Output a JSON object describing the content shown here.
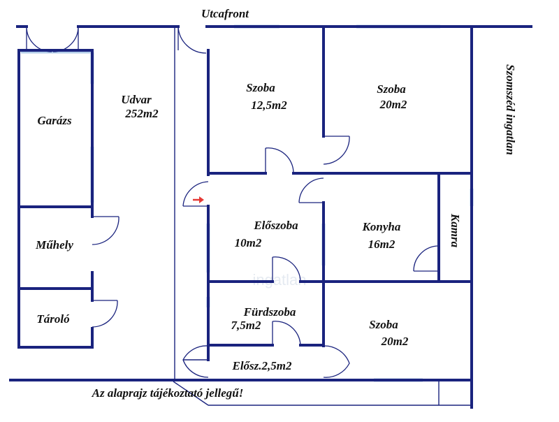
{
  "plan": {
    "street_label": "Utcafront",
    "neighbor_label": "Szomszéd ingatlan",
    "disclaimer": "Az alaprajz tájékoztató jellegű!",
    "watermark": "ingatlan",
    "colors": {
      "wall": "#1a237e",
      "window": "#b3cdea",
      "entrance_arrow": "#e53935"
    },
    "rooms": {
      "udvar": {
        "name": "Udvar",
        "area": "252m2"
      },
      "garazs": {
        "name": "Garázs"
      },
      "muhely": {
        "name": "Műhely"
      },
      "tarolo": {
        "name": "Tároló"
      },
      "szoba1": {
        "name": "Szoba",
        "area": "12,5m2"
      },
      "szoba2": {
        "name": "Szoba",
        "area": "20m2"
      },
      "eloszoba": {
        "name": "Előszoba",
        "area": "10m2"
      },
      "konyha": {
        "name": "Konyha",
        "area": "16m2"
      },
      "kamra": {
        "name": "Kamra"
      },
      "furdo": {
        "name": "Fürdszoba",
        "area": "7,5m2"
      },
      "szoba3": {
        "name": "Szoba",
        "area": "20m2"
      },
      "elosz_small": {
        "name": "Elősz.2,5m2"
      }
    }
  }
}
